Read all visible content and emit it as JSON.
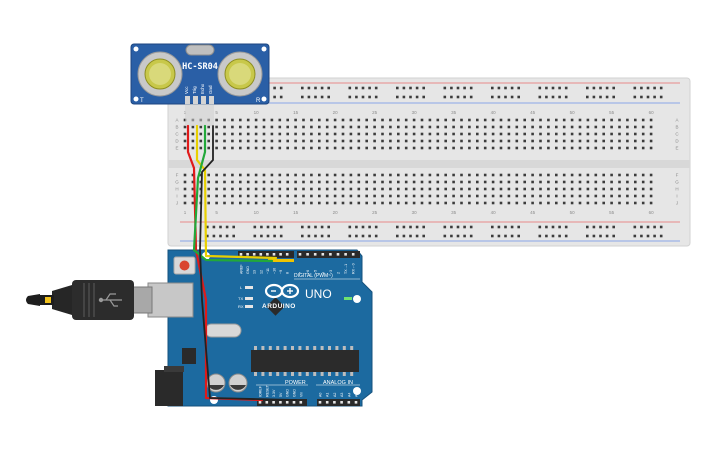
{
  "sensor": {
    "model": "HC-SR04",
    "pins": [
      "Vcc",
      "Trig",
      "Echo",
      "Gnd"
    ],
    "corner_left": "T",
    "corner_right": "R"
  },
  "breadboard": {
    "column_numbers": [
      "1",
      "5",
      "10",
      "15",
      "20",
      "25",
      "30",
      "35",
      "40",
      "45",
      "50",
      "55",
      "60"
    ],
    "rows_top": [
      "A",
      "B",
      "C",
      "D",
      "E"
    ],
    "rows_bottom": [
      "F",
      "G",
      "H",
      "I",
      "J"
    ]
  },
  "arduino": {
    "brand": "ARDUINO",
    "model": "UNO",
    "digital_label": "DIGITAL (PWM~)",
    "power_label": "POWER",
    "analog_label": "ANALOG IN",
    "on_label": "ON",
    "led_labels": [
      "L",
      "TX",
      "RX"
    ],
    "top_header_labels": [
      "AREF",
      "GND",
      "13",
      "12",
      "~11",
      "~10",
      "~9",
      "8",
      "7",
      "~6",
      "~5",
      "4",
      "~3",
      "2",
      "TX→1",
      "RX←0"
    ],
    "power_header_labels": [
      "IOREF",
      "RESET",
      "3.3V",
      "5V",
      "GND",
      "GND",
      "Vin"
    ],
    "analog_header_labels": [
      "A0",
      "A1",
      "A2",
      "A3",
      "A4",
      "A5"
    ]
  },
  "colors": {
    "sensor_board": "#2a5fa6",
    "arduino_board": "#1c6aa0",
    "breadboard": "#e6e6e6",
    "wire_red": "#e01a1a",
    "wire_yellow": "#e8d000",
    "wire_green": "#22a83a",
    "wire_black": "#222222",
    "header_yellow": "#f0c400"
  }
}
